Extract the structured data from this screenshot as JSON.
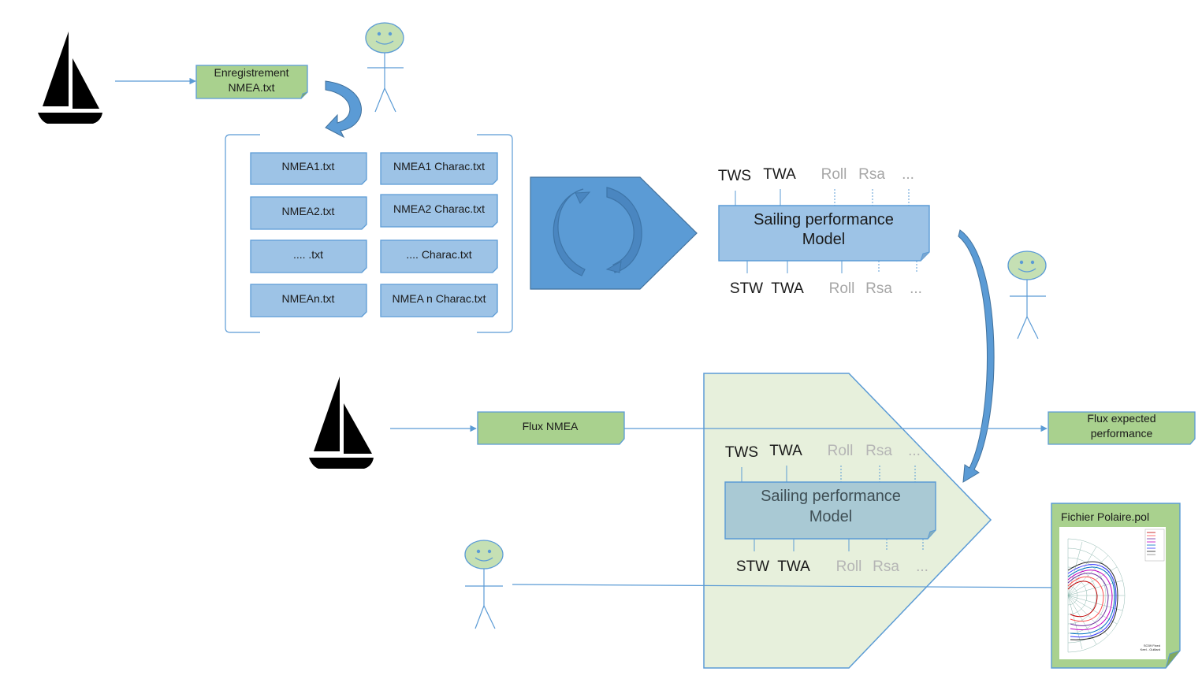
{
  "top_row": {
    "recording_note": {
      "line1": "Enregistrement",
      "line2": "NMEA.txt"
    }
  },
  "files": {
    "left": [
      "NMEA1.txt",
      "NMEA2.txt",
      ".... .txt",
      "NMEAn.txt"
    ],
    "right": [
      "NMEA1 Charac.txt",
      "NMEA2 Charac.txt",
      ".... Charac.txt",
      "NMEA n Charac.txt"
    ]
  },
  "model_training": {
    "inputs": [
      "TWS",
      "TWA",
      "Roll",
      "Rsa",
      "..."
    ],
    "title_line1": "Sailing performance",
    "title_line2": "Model",
    "outputs": [
      "STW",
      "TWA",
      "Roll",
      "Rsa",
      "..."
    ]
  },
  "live_row": {
    "flux_note": "Flux NMEA",
    "expected_note": {
      "line1": "Flux expected",
      "line2": "performance"
    }
  },
  "model_live": {
    "inputs": [
      "TWS",
      "TWA",
      "Roll",
      "Rsa",
      "..."
    ],
    "title_line1": "Sailing performance",
    "title_line2": "Model",
    "outputs": [
      "STW",
      "TWA",
      "Roll",
      "Rsa",
      "..."
    ]
  },
  "polar_file": {
    "title": "Fichier Polaire.pol",
    "caption_line1": "SO39 Fixed",
    "caption_line2": "Keel - Guillard"
  },
  "colors": {
    "green_note": "#a9d18e",
    "blue_note": "#9dc3e6",
    "process_blue": "#5b9bd5",
    "pentagon_fill": "#e2efda",
    "face": "#c5e0b4",
    "line": "#5b9bd5"
  }
}
